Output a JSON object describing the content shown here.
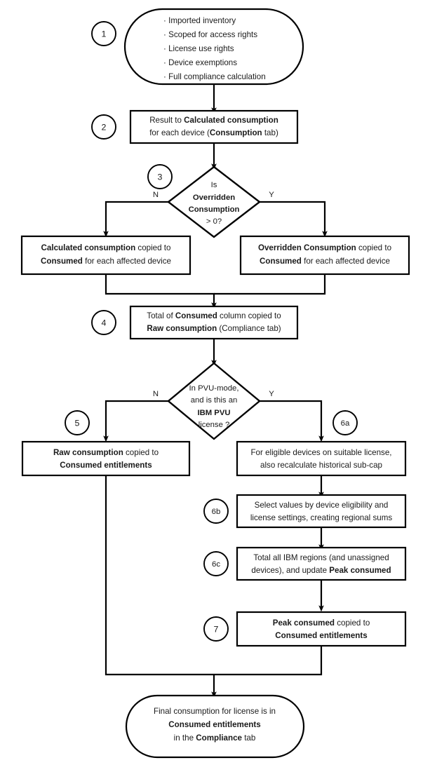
{
  "diagram": {
    "title": "License consumption calculation flow",
    "type": "flowchart",
    "colors": {
      "stroke": "#000000",
      "fill": "#ffffff",
      "text": "#1a1a1a"
    }
  },
  "nodes": {
    "start": {
      "step": "1",
      "shape": "stadium",
      "bullets": [
        "Imported inventory",
        "Scoped for access rights",
        "License use rights",
        "Device exemptions",
        "Full compliance calculation"
      ]
    },
    "step2": {
      "step": "2",
      "shape": "process",
      "line1_a": "Result to ",
      "line1_b": "Calculated consumption",
      "line2_a": "for each device (",
      "line2_b": "Consumption",
      "line2_c": " tab)"
    },
    "decision3": {
      "step": "3",
      "shape": "decision",
      "line1": "Is",
      "line2": "Overridden",
      "line3": "Consumption",
      "line4": "> 0?",
      "label_no": "N",
      "label_yes": "Y"
    },
    "box_calculated": {
      "shape": "process",
      "line1_b": "Calculated consumption",
      "line1_a": " copied to",
      "line2_b": "Consumed",
      "line2_a": " for each affected device"
    },
    "box_overridden": {
      "shape": "process",
      "line1_b": "Overridden Consumption",
      "line1_a": " copied to",
      "line2_b": "Consumed",
      "line2_a": " for each affected device"
    },
    "step4": {
      "step": "4",
      "shape": "process",
      "line1_a": "Total of ",
      "line1_b": "Consumed",
      "line1_c": " column copied to",
      "line2_b": "Raw consumption",
      "line2_a": " (Compliance tab)"
    },
    "decision_pvu": {
      "shape": "decision",
      "line1": "In PVU-mode,",
      "line2": "and is this an",
      "line3": "IBM PVU",
      "line4": "license ?",
      "label_no": "N",
      "label_yes": "Y"
    },
    "step5": {
      "step": "5",
      "shape": "process",
      "line1_b": "Raw consumption",
      "line1_a": " copied to",
      "line2_b": "Consumed entitlements"
    },
    "step6a": {
      "step": "6a",
      "shape": "process",
      "line1": "For eligible devices on suitable license,",
      "line2": "also recalculate historical sub-cap"
    },
    "step6b": {
      "step": "6b",
      "shape": "process",
      "line1": "Select values by device eligibility and",
      "line2": "license settings, creating regional sums"
    },
    "step6c": {
      "step": "6c",
      "shape": "process",
      "line1": "Total all IBM regions (and unassigned",
      "line2_a": "devices), and update ",
      "line2_b": "Peak consumed"
    },
    "step7": {
      "step": "7",
      "shape": "process",
      "line1_b": "Peak consumed",
      "line1_a": " copied to",
      "line2_b": "Consumed entitlements"
    },
    "end": {
      "shape": "stadium",
      "line1": "Final consumption for license is in",
      "line2": "Consumed entitlements",
      "line3_a": "in the ",
      "line3_b": "Compliance",
      "line3_c": " tab"
    }
  }
}
